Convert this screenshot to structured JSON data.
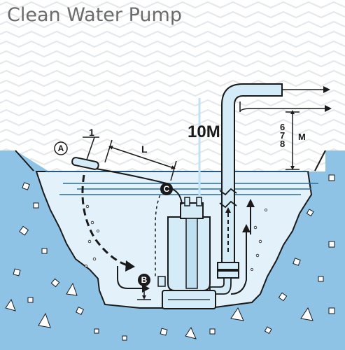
{
  "title": "Clean Water Pump",
  "labels": {
    "float_switch": "A",
    "inlet": "B",
    "cable_point": "C",
    "cable_angle": "1",
    "cable_length": "L",
    "depth_value": "10",
    "depth_unit": "M",
    "head_unit": "M"
  },
  "head_values": [
    {
      "text": "6",
      "color": "#2a8fd8"
    },
    {
      "text": "7",
      "color": "#d8322a"
    },
    {
      "text": "8",
      "color": "#2aa24a"
    }
  ],
  "colors": {
    "background": "#ffffff",
    "wave_pattern": "#e9ecef",
    "ground": "#8ec3e6",
    "water": "#e2f0f9",
    "water_line": "#2a6e9e",
    "pipe_fill": "#d3ecf7",
    "outline": "#1a1a1a"
  }
}
